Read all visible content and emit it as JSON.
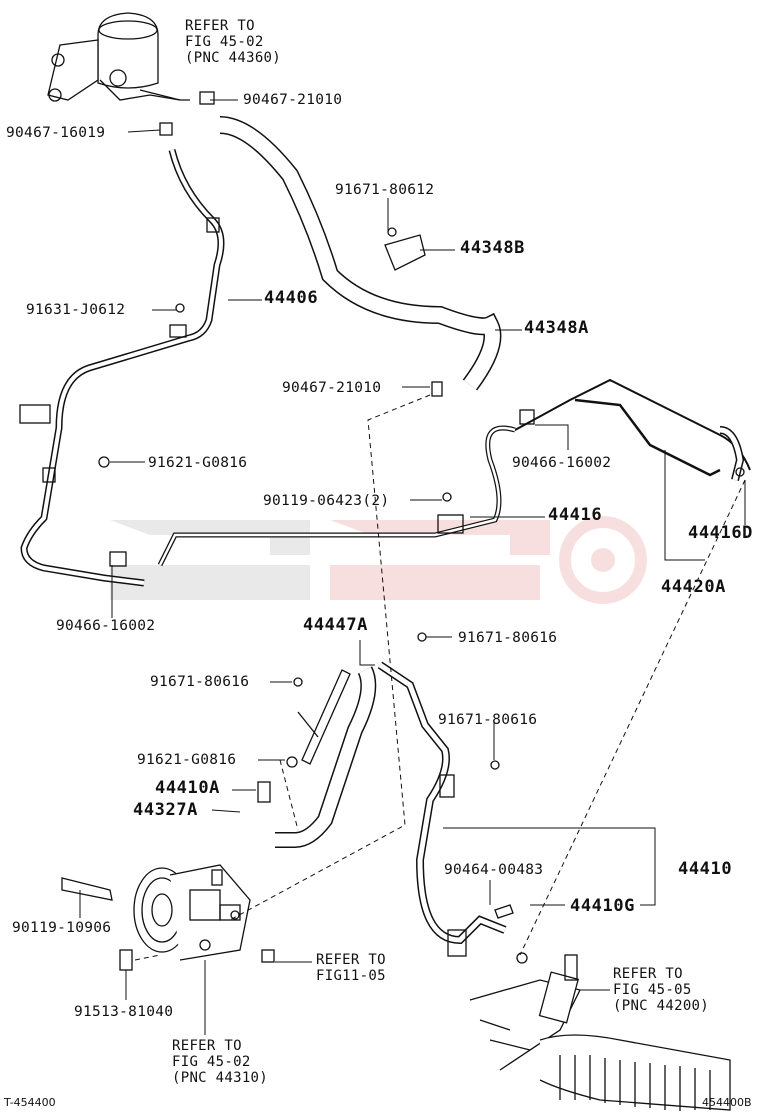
{
  "refs": {
    "top": "REFER TO\nFIG 45-02\n(PNC 44360)",
    "bottom": "REFER TO\nFIG 45-02\n(PNC 44310)",
    "fig1105": "REFER TO\nFIG11-05",
    "fig4505": "REFER TO\nFIG 45-05\n(PNC 44200)"
  },
  "parts": {
    "p9046721010a": "90467-21010",
    "p9046716019": "90467-16019",
    "p9167180612": "91671-80612",
    "p44348B": "44348B",
    "p91631J0612": "91631-J0612",
    "p44406": "44406",
    "p44348A": "44348A",
    "p9046721010b": "90467-21010",
    "p91621G0816a": "91621-G0816",
    "p9046616002a": "90466-16002",
    "p9011906423": "90119-06423(2)",
    "p44416": "44416",
    "p44416D": "44416D",
    "p9046616002b": "90466-16002",
    "p44420A": "44420A",
    "p44447A": "44447A",
    "p9167180616a": "91671-80616",
    "p9167180616b": "91671-80616",
    "p9167180616c": "91671-80616",
    "p91621G0816b": "91621-G0816",
    "p44410A": "44410A",
    "p44327A": "44327A",
    "p9046400483": "90464-00483",
    "p44410": "44410",
    "p44410G": "44410G",
    "p9011910906": "90119-10906",
    "p9151381040": "91513-81040"
  },
  "footer": {
    "left": "T-454400",
    "right": "454400B"
  },
  "icons": [
    "reservoir-icon",
    "pump-icon",
    "steering-rack-icon",
    "clamp-icon",
    "bolt-icon",
    "bracket-icon",
    "watermark-logo"
  ]
}
